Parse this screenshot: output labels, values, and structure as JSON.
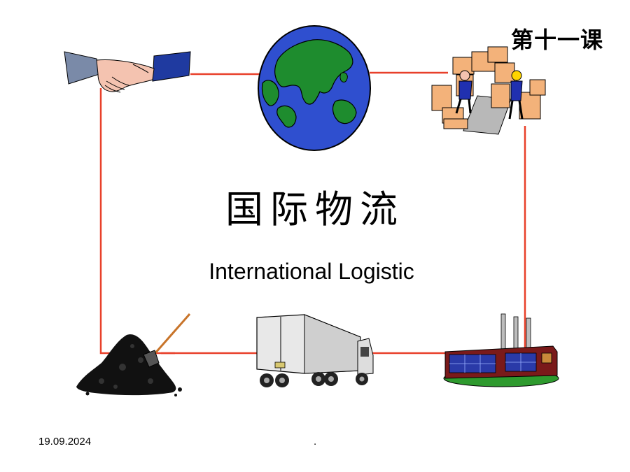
{
  "slide": {
    "lesson_label": "第十一课",
    "title_cn": "国际物流",
    "title_en": "International Logistic",
    "footer_date": "19.09.2024",
    "footer_mark": "."
  },
  "illustrations": [
    "handshake-icon",
    "globe-icon",
    "warehouse-workers-icon",
    "coal-pile-icon",
    "truck-icon",
    "factory-icon"
  ],
  "colors": {
    "frame_line": "#e8402a",
    "ocean": "#2f4fcf",
    "land": "#1e8c2e"
  }
}
